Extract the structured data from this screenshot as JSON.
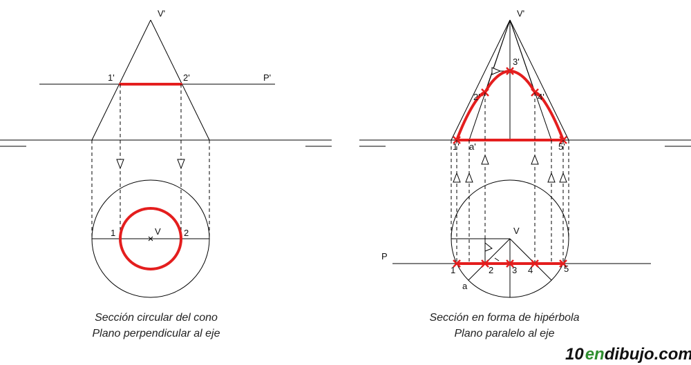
{
  "colors": {
    "section": "#e41e1e",
    "line": "#000000",
    "logo_accent": "#2f8f2f"
  },
  "left": {
    "label_vertex": "V'",
    "label_plane": "P'",
    "label_p1": "1'",
    "label_p2": "2'",
    "label_v": "V",
    "label_1": "1",
    "label_2": "2",
    "caption_line1": "Sección circular del cono",
    "caption_line2": "Plano perpendicular al eje"
  },
  "right": {
    "label_vertex": "V'",
    "label_p1": "1'",
    "label_a": "a'",
    "label_p2": "2'",
    "label_p3": "3'",
    "label_p4": "4'",
    "label_p5": "5'",
    "label_v": "V",
    "label_plane": "P",
    "label_1": "1",
    "label_2": "2",
    "label_3": "3",
    "label_4": "4",
    "label_5": "5",
    "label_a_plan": "a",
    "caption_line1": "Sección en forma de hipérbola",
    "caption_line2": "Plano paralelo al eje"
  },
  "logo": {
    "number": "10",
    "accent": "en",
    "rest": "dibujo.com"
  }
}
